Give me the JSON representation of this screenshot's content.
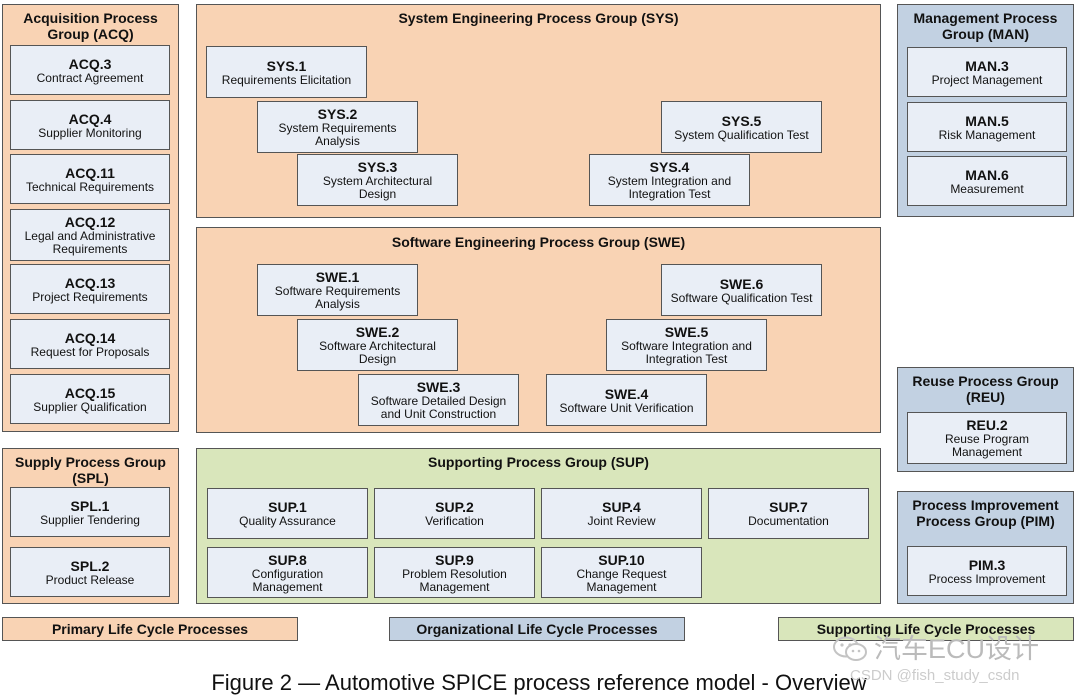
{
  "acq": {
    "title": "Acquisition Process\nGroup (ACQ)",
    "items": [
      {
        "id": "ACQ.3",
        "name": "Contract Agreement"
      },
      {
        "id": "ACQ.4",
        "name": "Supplier Monitoring"
      },
      {
        "id": "ACQ.11",
        "name": "Technical Requirements"
      },
      {
        "id": "ACQ.12",
        "name": "Legal and Administrative\nRequirements"
      },
      {
        "id": "ACQ.13",
        "name": "Project Requirements"
      },
      {
        "id": "ACQ.14",
        "name": "Request for Proposals"
      },
      {
        "id": "ACQ.15",
        "name": "Supplier Qualification"
      }
    ]
  },
  "sys": {
    "title": "System Engineering Process Group (SYS)",
    "items": [
      {
        "id": "SYS.1",
        "name": "Requirements Elicitation"
      },
      {
        "id": "SYS.2",
        "name": "System Requirements\nAnalysis"
      },
      {
        "id": "SYS.3",
        "name": "System Architectural\nDesign"
      },
      {
        "id": "SYS.4",
        "name": "System Integration and\nIntegration Test"
      },
      {
        "id": "SYS.5",
        "name": "System Qualification Test"
      }
    ]
  },
  "swe": {
    "title": "Software Engineering Process Group (SWE)",
    "items": [
      {
        "id": "SWE.1",
        "name": "Software Requirements\nAnalysis"
      },
      {
        "id": "SWE.2",
        "name": "Software Architectural\nDesign"
      },
      {
        "id": "SWE.3",
        "name": "Software Detailed Design\nand Unit Construction"
      },
      {
        "id": "SWE.4",
        "name": "Software Unit Verification"
      },
      {
        "id": "SWE.5",
        "name": "Software Integration and\nIntegration Test"
      },
      {
        "id": "SWE.6",
        "name": "Software Qualification Test"
      }
    ]
  },
  "man": {
    "title": "Management Process\nGroup (MAN)",
    "items": [
      {
        "id": "MAN.3",
        "name": "Project Management"
      },
      {
        "id": "MAN.5",
        "name": "Risk Management"
      },
      {
        "id": "MAN.6",
        "name": "Measurement"
      }
    ]
  },
  "reu": {
    "title": "Reuse Process Group\n(REU)",
    "items": [
      {
        "id": "REU.2",
        "name": "Reuse Program\nManagement"
      }
    ]
  },
  "spl": {
    "title": "Supply Process Group\n(SPL)",
    "items": [
      {
        "id": "SPL.1",
        "name": "Supplier Tendering"
      },
      {
        "id": "SPL.2",
        "name": "Product Release"
      }
    ]
  },
  "sup": {
    "title": "Supporting Process Group (SUP)",
    "items": [
      {
        "id": "SUP.1",
        "name": "Quality Assurance"
      },
      {
        "id": "SUP.2",
        "name": "Verification"
      },
      {
        "id": "SUP.4",
        "name": "Joint Review"
      },
      {
        "id": "SUP.7",
        "name": "Documentation"
      },
      {
        "id": "SUP.8",
        "name": "Configuration\nManagement"
      },
      {
        "id": "SUP.9",
        "name": "Problem Resolution\nManagement"
      },
      {
        "id": "SUP.10",
        "name": "Change Request\nManagement"
      }
    ]
  },
  "pim": {
    "title": "Process Improvement\nProcess Group (PIM)",
    "items": [
      {
        "id": "PIM.3",
        "name": "Process Improvement"
      }
    ]
  },
  "legend": {
    "primary": "Primary Life Cycle Processes",
    "organizational": "Organizational Life Cycle Processes",
    "supporting": "Supporting Life Cycle Processes"
  },
  "caption": "Figure 2 — Automotive SPICE process reference model - Overview",
  "watermark": {
    "main": "汽车ECU设计",
    "sub": "CSDN @fish_study_csdn"
  },
  "colors": {
    "primary": "#f9d3b4",
    "organizational": "#c2d1e2",
    "supporting": "#d9e6bb",
    "process_box": "#e9eef6"
  }
}
